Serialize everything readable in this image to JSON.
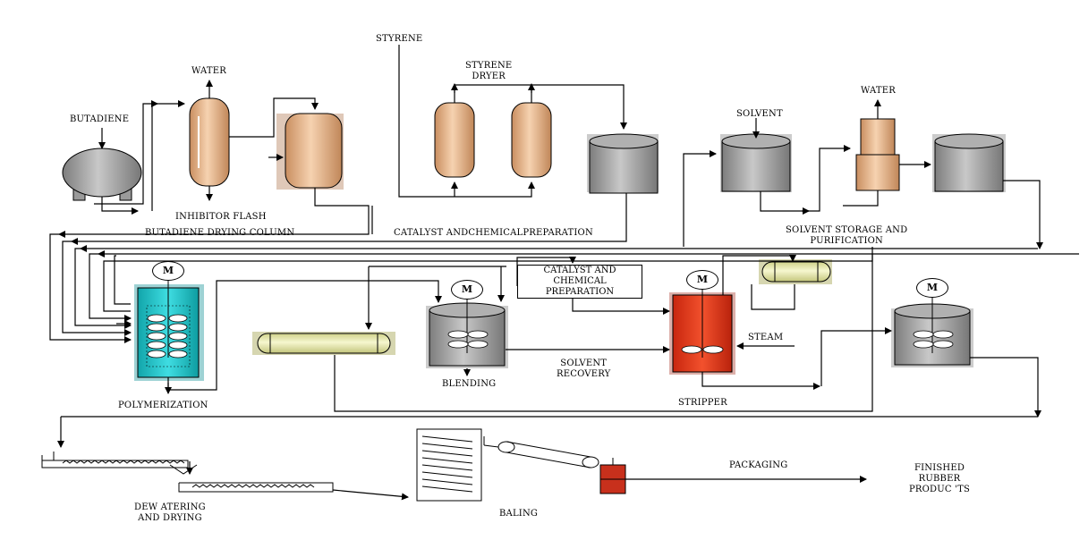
{
  "labels": {
    "styrene": "STYRENE",
    "styrene_dryer": "STYRENE\nDRYER",
    "water_top_left": "WATER",
    "butadiene": "BUTADIENE",
    "inhibitor_flash": "INHIBITOR FLASH",
    "butadiene_drying_column": "BUTADIENE DRYING COLUMN",
    "catalyst_chem_prep_top": "CATALYST ANDCHEMICALPREPARATION",
    "solvent": "SOLVENT",
    "water_top_right": "WATER",
    "solvent_storage": "SOLVENT STORAGE AND\nPURIFICATION",
    "catalyst_chem_prep_box": "CATALYST AND\nCHEMICAL\nPREPARATION",
    "steam": "STEAM",
    "polymerization": "POLYMERIZATION",
    "blending": "BLENDING",
    "solvent_recovery": "SOLVENT\nRECOVERY",
    "stripper": "STRIPPER",
    "dewatering": "DEW ATERING\nAND DRYING",
    "baling": "BALING",
    "packaging": "PACKAGING",
    "finished": "FINISHED\nRUBBER\nPRODUC 'TS"
  },
  "motor_label": "M",
  "colors": {
    "tank_tan": "#e9b98f",
    "tank_gray": "#a6a6a6",
    "reactor_cyan": "#1fc6cc",
    "stripper_red": "#e8361a",
    "exchanger_yellow": "#ecedb0",
    "baler_red": "#c8301c",
    "line": "#000000"
  }
}
